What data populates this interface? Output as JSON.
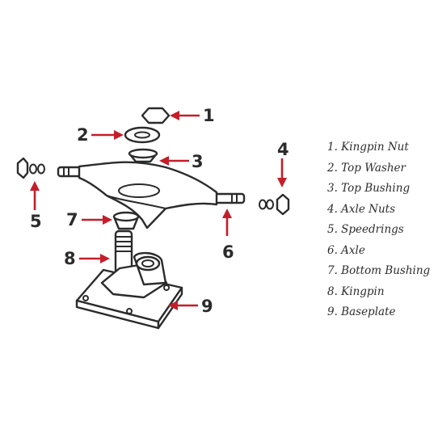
{
  "callouts": [
    {
      "num": "1",
      "label": "Kingpin Nut"
    },
    {
      "num": "2",
      "label": "Top Washer"
    },
    {
      "num": "3",
      "label": "Top Bushing"
    },
    {
      "num": "4",
      "label": "Axle Nuts"
    },
    {
      "num": "5",
      "label": "Speedrings"
    },
    {
      "num": "6",
      "label": "Axle"
    },
    {
      "num": "7",
      "label": "Bottom Bushing"
    },
    {
      "num": "8",
      "label": "Kingpin"
    },
    {
      "num": "9",
      "label": "Baseplate"
    }
  ],
  "legend": [
    "1. Kingpin Nut",
    "2. Top Washer",
    "3. Top Bushing",
    "4. Axle Nuts",
    "5. Speedrings",
    "6. Axle",
    "7. Bottom Bushing",
    "8. Kingpin",
    "9. Baseplate"
  ],
  "colors": {
    "arrow": "#c41e2a",
    "outline": "#2b2b2b",
    "background": "#ffffff"
  }
}
